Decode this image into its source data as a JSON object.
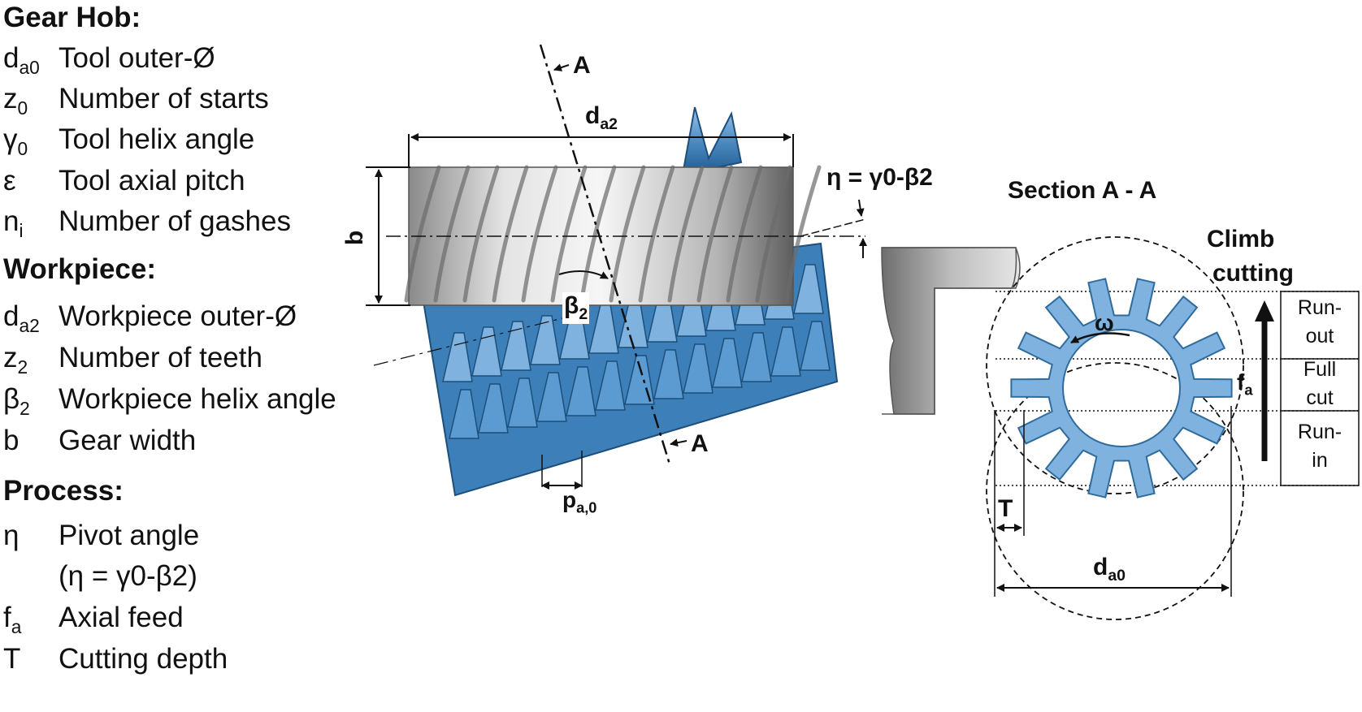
{
  "legend": {
    "gear_hob": {
      "heading": "Gear Hob:",
      "items": [
        {
          "sym": "d",
          "sub": "a0",
          "desc": "Tool outer-Ø"
        },
        {
          "sym": "z",
          "sub": "0",
          "desc": "Number of starts"
        },
        {
          "sym": "γ",
          "sub": "0",
          "desc": "Tool helix angle"
        },
        {
          "sym": "ε",
          "sub": "",
          "desc": "Tool axial pitch"
        },
        {
          "sym": "n",
          "sub": "i",
          "desc": "Number of gashes"
        }
      ]
    },
    "workpiece": {
      "heading": "Workpiece:",
      "items": [
        {
          "sym": "d",
          "sub": "a2",
          "desc": "Workpiece outer-Ø"
        },
        {
          "sym": "z",
          "sub": "2",
          "desc": "Number of teeth"
        },
        {
          "sym": "β",
          "sub": "2",
          "desc": "Workpiece helix angle"
        },
        {
          "sym": "b",
          "sub": "",
          "desc": "Gear width"
        }
      ]
    },
    "process": {
      "heading": "Process:",
      "items": [
        {
          "sym": "η",
          "sub": "",
          "desc": "Pivot angle",
          "desc2": "(η = γ0-β2)"
        },
        {
          "sym": "f",
          "sub": "a",
          "desc": "Axial feed"
        },
        {
          "sym": "T",
          "sub": "",
          "desc": "Cutting depth"
        }
      ]
    }
  },
  "diagram": {
    "section_a_marker": "A",
    "da2": {
      "main": "d",
      "sub": "a2"
    },
    "b_label": "b",
    "beta2": {
      "main": "β",
      "sub": "2"
    },
    "pa0": {
      "main": "p",
      "sub": "a,0"
    },
    "eta_formula": "η = γ0-β2",
    "section_title": "Section A - A",
    "climb_cutting": [
      "Climb",
      "cutting"
    ],
    "omega": "ω",
    "fa": {
      "main": "f",
      "sub": "a"
    },
    "T_label": "T",
    "da0": {
      "main": "d",
      "sub": "a0"
    },
    "phases": [
      [
        "Run-",
        "out"
      ],
      [
        "Full",
        "cut"
      ],
      [
        "Run-",
        "in"
      ]
    ]
  },
  "colors": {
    "blue": "#5b9bd1",
    "blue_dark": "#2f6c9e",
    "blue_light": "#9cc6ea",
    "steel": "#c8c8c8",
    "line": "#1a1a1a"
  }
}
